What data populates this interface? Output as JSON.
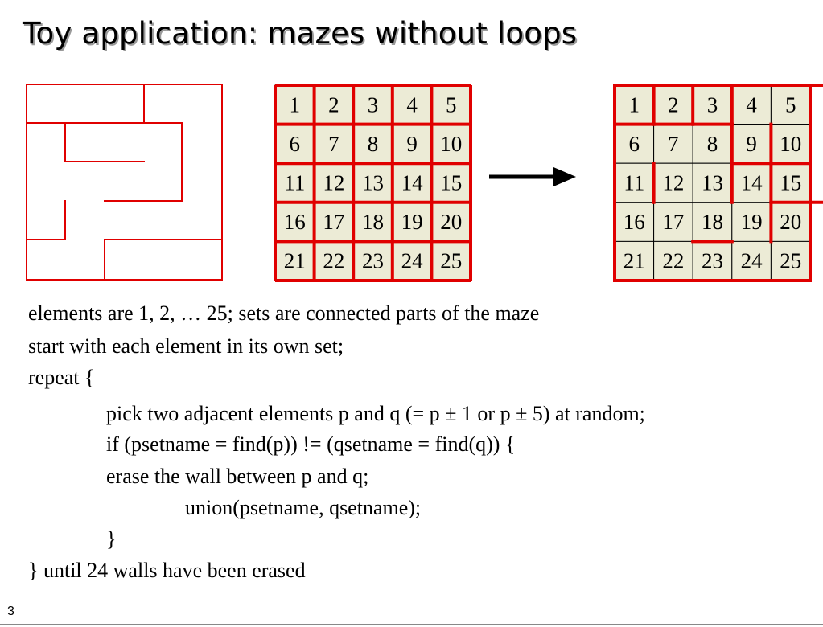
{
  "slide": {
    "title": "Toy application: mazes without loops",
    "page_number": "3"
  },
  "colors": {
    "wall": "#e00000",
    "cell_fill": "#ecebd6",
    "thin_line": "#000000"
  },
  "grid_cells": [
    "1",
    "2",
    "3",
    "4",
    "5",
    "6",
    "7",
    "8",
    "9",
    "10",
    "11",
    "12",
    "13",
    "14",
    "15",
    "16",
    "17",
    "18",
    "19",
    "20",
    "21",
    "22",
    "23",
    "24",
    "25"
  ],
  "right_grid_walls": {
    "vertical": [
      [
        1,
        0
      ],
      [
        2,
        0
      ],
      [
        3,
        0
      ],
      [
        1,
        2
      ],
      [
        3,
        2
      ],
      [
        4,
        2
      ],
      [
        0,
        1
      ],
      [
        0,
        3
      ],
      [
        3,
        1
      ],
      [
        4,
        1
      ],
      [
        4,
        3
      ]
    ],
    "horizontal": [
      [
        1,
        0
      ],
      [
        1,
        1
      ],
      [
        1,
        2
      ],
      [
        2,
        3
      ],
      [
        2,
        4
      ],
      [
        3,
        4
      ],
      [
        3,
        5
      ],
      [
        4,
        2
      ],
      [
        0,
        5
      ],
      [
        0,
        3
      ]
    ]
  },
  "text_lines": [
    {
      "text": "elements are 1, 2, … 25; sets are connected parts of the maze",
      "indent": 0
    },
    {
      "text": "start with each element in its own set;",
      "indent": 0
    },
    {
      "text": "repeat {",
      "indent": 0
    },
    {
      "text": "pick two adjacent elements p and q (= p ± 1 or p ± 5) at random;",
      "indent": 1
    },
    {
      "text": "if (psetname = find(p)) != (qsetname = find(q)) {",
      "indent": 1
    },
    {
      "text": "erase the wall between p and q;",
      "indent": 1
    },
    {
      "text": "union(psetname, qsetname);",
      "indent": 2
    },
    {
      "text": "}",
      "indent": 1
    },
    {
      "text": "} until 24 walls have been erased",
      "indent": 0
    }
  ]
}
